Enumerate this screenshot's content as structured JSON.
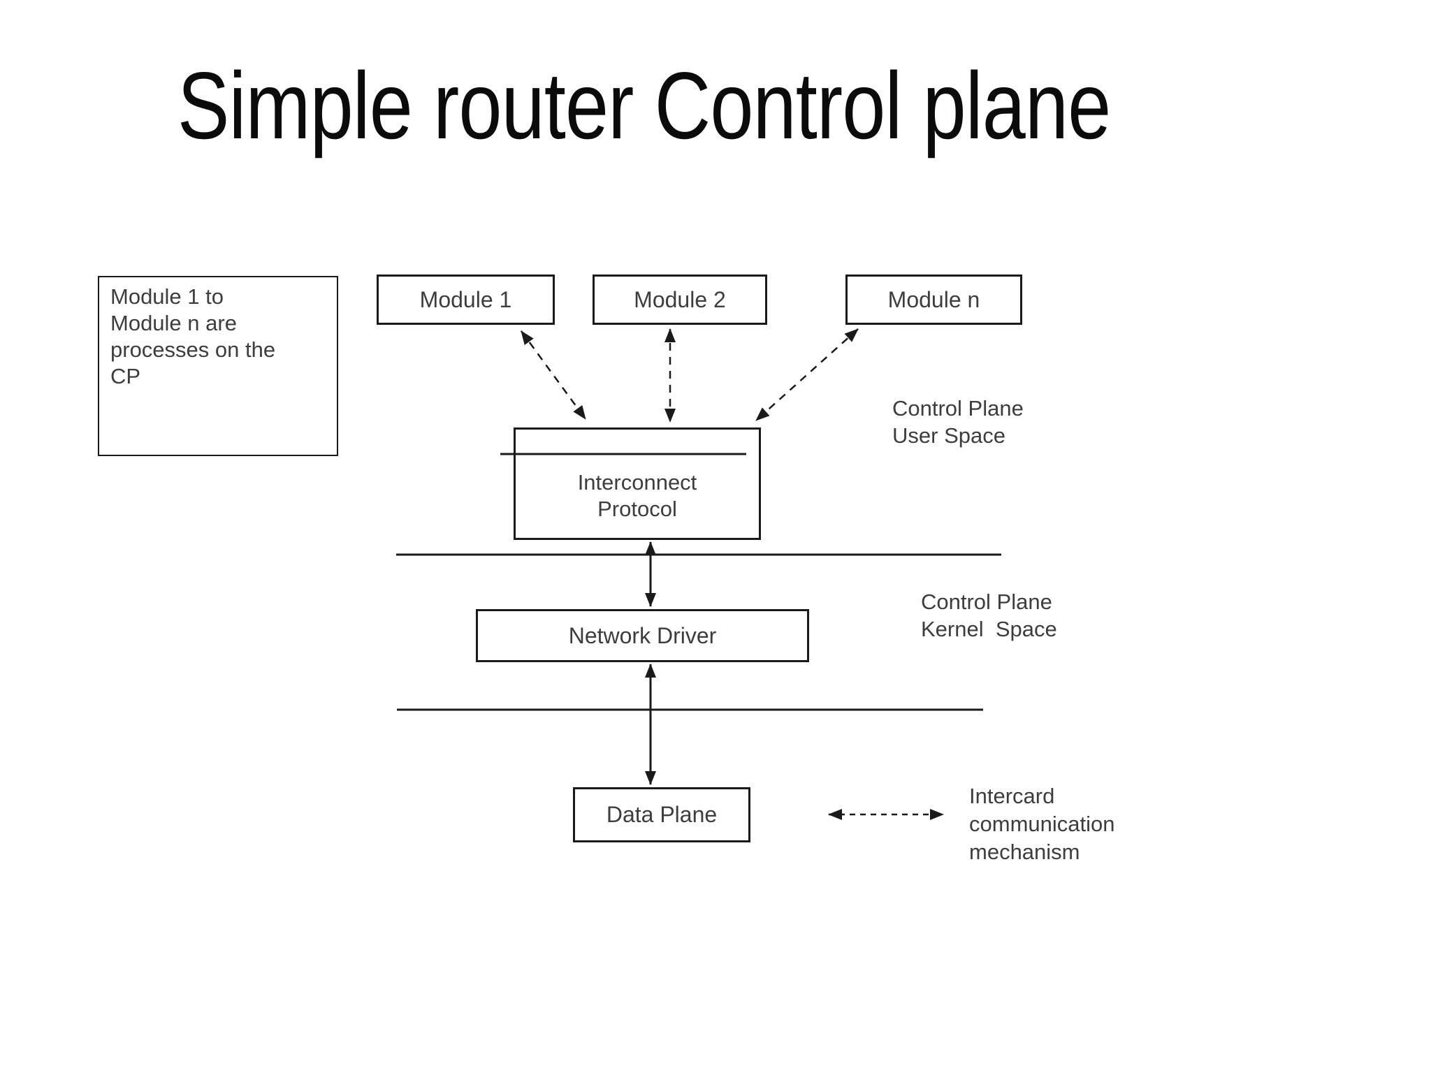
{
  "title": "Simple router Control plane",
  "note_box": {
    "text": "Module 1 to\nModule n are\nprocesses on the\nCP"
  },
  "modules": [
    {
      "label": "Module 1"
    },
    {
      "label": "Module 2"
    },
    {
      "label": "Module n"
    }
  ],
  "interconnect_box": {
    "label": "Interconnect\nProtocol"
  },
  "network_driver_box": {
    "label": "Network Driver"
  },
  "data_plane_box": {
    "label": "Data Plane"
  },
  "region_labels": {
    "user_space": "Control Plane\nUser Space",
    "kernel_space": "Control Plane\nKernel  Space"
  },
  "legend": {
    "label": "Intercard\ncommunication\nmechanism"
  },
  "colors": {
    "background": "#ffffff",
    "title": "#0b0b0b",
    "text": "#3d3d3d",
    "line": "#1a1a1a"
  }
}
